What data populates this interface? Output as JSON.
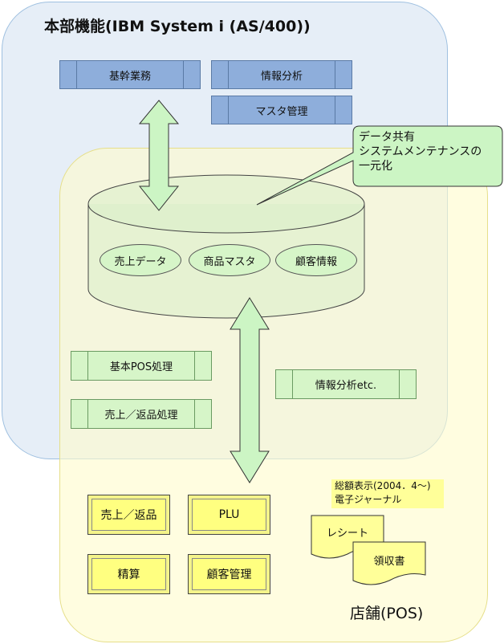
{
  "regions": {
    "hq_title": "本部機能(IBM System i (AS/400))",
    "store_title": "店舗(POS)"
  },
  "hq_modules": [
    "基幹業務",
    "情報分析",
    "マスタ管理"
  ],
  "database": {
    "items": [
      "売上データ",
      "商品マスタ",
      "顧客情報"
    ]
  },
  "callout": {
    "lines": [
      "データ共有",
      "システムメンテナンスの",
      "一元化"
    ]
  },
  "store_processes": [
    "基本POS処理",
    "売上／返品処理",
    "情報分析etc."
  ],
  "pos_buttons": [
    "売上／返品",
    "PLU",
    "精算",
    "顧客管理"
  ],
  "note": {
    "lines": [
      "総額表示(2004．4〜)",
      "電子ジャーナル"
    ]
  },
  "documents": [
    "レシート",
    "領収書"
  ],
  "colors": {
    "hq_fill": "#dee8f4",
    "store_fill": "#fffccc",
    "hq_module": "#8eaedb",
    "green": "#d6f5c8",
    "pos_button": "#ffff80",
    "note": "#ffff99"
  }
}
